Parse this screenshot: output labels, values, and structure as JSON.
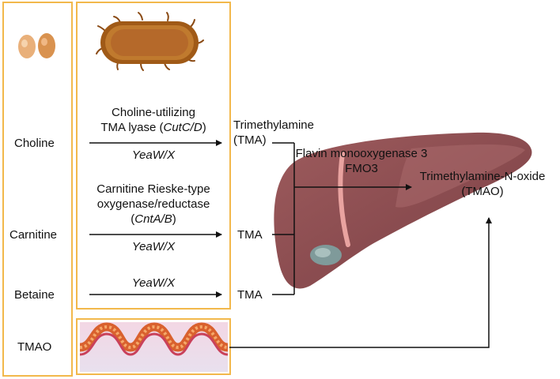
{
  "colors": {
    "box_border": "#f2b84b",
    "arrow": "#111111",
    "liver": "#8a4b4e",
    "bacterium": "#b0671e"
  },
  "left_column": {
    "icon": "eggs-icon",
    "labels": [
      "Choline",
      "Carnitine",
      "Betaine",
      "TMAO"
    ]
  },
  "bacteria_panel": {
    "icon": "bacterium-icon",
    "reactions": [
      {
        "enzyme_line1": "Choline-utilizing",
        "enzyme_line2_prefix": "TMA lyase (",
        "enzyme_gene": "CutC/D",
        "enzyme_line2_suffix": ")",
        "gene": "YeaW/X"
      },
      {
        "enzyme_line1": "Carnitine Rieske-type",
        "enzyme_line2": "oxygenase/reductase",
        "enzyme_line3_prefix": "(",
        "enzyme_gene": "CntA/B",
        "enzyme_line3_suffix": ")",
        "gene": "YeaW/X"
      },
      {
        "gene": "YeaW/X"
      }
    ]
  },
  "products": {
    "tma_line1": "Trimethylamine",
    "tma_line2": "(TMA)",
    "tma2": "TMA",
    "tma3": "TMA"
  },
  "liver": {
    "icon": "liver-icon",
    "enzyme_line1": "Flavin monooxygenase 3",
    "enzyme_line2": "FMO3",
    "product_line1": "Trimethylamine-N-oxide",
    "product_line2": "(TMAO)"
  },
  "intestine": {
    "icon": "intestine-icon"
  }
}
